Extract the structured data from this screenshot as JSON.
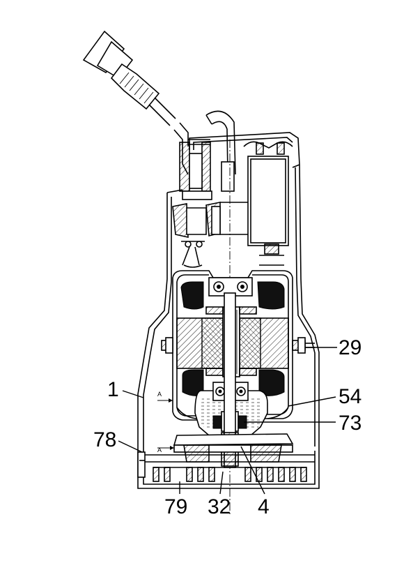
{
  "callouts": [
    {
      "id": "29",
      "text": "29"
    },
    {
      "id": "1",
      "text": "1"
    },
    {
      "id": "54",
      "text": "54"
    },
    {
      "id": "73",
      "text": "73"
    },
    {
      "id": "78",
      "text": "78"
    },
    {
      "id": "79",
      "text": "79"
    },
    {
      "id": "32",
      "text": "32"
    },
    {
      "id": "4",
      "text": "4"
    }
  ],
  "section_marks": [
    {
      "id": "a-upper",
      "text": "A"
    },
    {
      "id": "a-lower",
      "text": "A"
    }
  ],
  "colors": {
    "ink": "#000000",
    "background": "#ffffff"
  }
}
